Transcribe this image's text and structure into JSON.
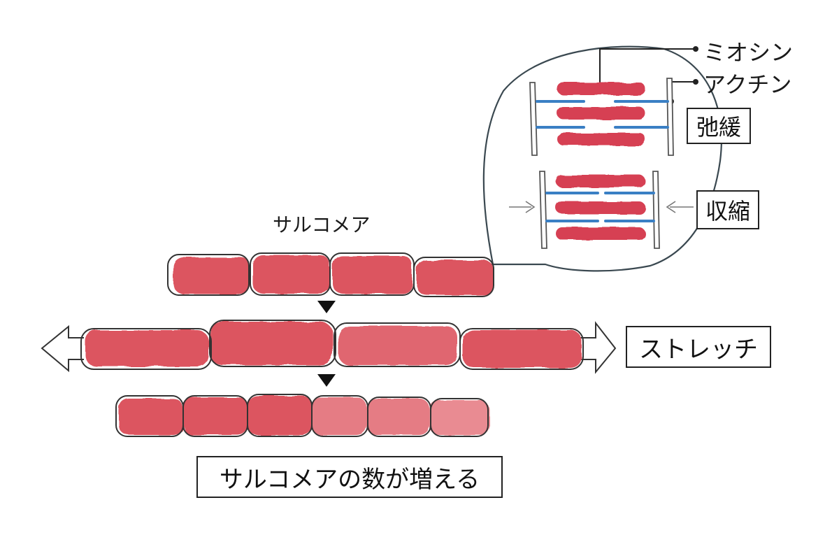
{
  "labels": {
    "myosin": "ミオシン",
    "actin": "アクチン",
    "relaxed": "弛緩",
    "contracted": "収縮",
    "sarcomere": "サルコメア",
    "stretch": "ストレッチ",
    "increase": "サルコメアの数が増える"
  },
  "colors": {
    "muscle": "#dc5561",
    "muscle_light": "#e88a92",
    "myosin": "#d63f52",
    "actin": "#3a7fc4",
    "outline": "#3a4850"
  },
  "icons": {
    "down_arrow": "down-triangle-icon",
    "stretch_arrows": "double-arrow-icon",
    "compress_arrows": "inward-arrow-icon"
  }
}
